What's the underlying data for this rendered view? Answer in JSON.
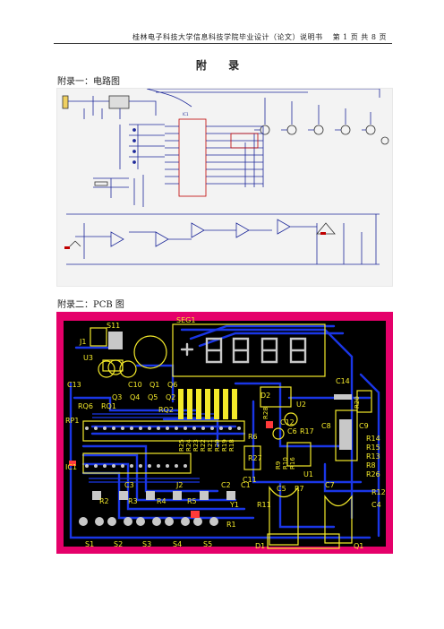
{
  "header": {
    "left": "桂林电子科技大学信息科技学院毕业设计（论文）说明书",
    "right": "第 1 页 共 8 页"
  },
  "title": "附 录",
  "sections": {
    "circuit": "附录一：电路图",
    "pcb": "附录二：PCB 图"
  },
  "schematic": {
    "labels": [
      "IC1"
    ]
  },
  "pcb_labels": {
    "j1": "J1",
    "s11": "S11",
    "u3": "U3",
    "seg": "SEG1",
    "c13": "C13",
    "c10": "C10",
    "q1a": "Q1",
    "q6": "Q6",
    "q3": "Q3",
    "q4": "Q4",
    "q5": "Q5",
    "q2": "Q2",
    "rq6": "RQ6",
    "rq1": "RQ1",
    "rp1": "RP1",
    "rq2": "RQ2",
    "ic1": "IC1",
    "c3": "C3",
    "j2": "J2",
    "c2": "C2",
    "c1": "C1",
    "y1": "Y1",
    "r2": "R2",
    "r3": "R3",
    "r4": "R4",
    "r5": "R5",
    "r1": "R1",
    "s1": "S1",
    "s2": "S2",
    "s3": "S3",
    "s4": "S4",
    "s5": "S5",
    "d2": "D2",
    "r6": "R6",
    "c6": "C6",
    "u2": "U2",
    "c14": "C14",
    "c12": "C12",
    "c8": "C8",
    "c9": "C9",
    "r17": "R17",
    "r27": "R27",
    "r14": "R14",
    "r15": "R15",
    "r13": "R13",
    "r8": "R8",
    "r26": "R26",
    "c11": "C11",
    "c5": "C5",
    "r7": "R7",
    "u1": "U1",
    "c7": "C7",
    "r11": "R11",
    "r12": "R12",
    "c4": "C4",
    "d1": "D1",
    "q1": "Q1",
    "r28": "R28",
    "r20": "R20",
    "r21": "R21",
    "r25": "R25",
    "r24": "R24",
    "r23": "R23",
    "r22": "R22",
    "r19": "R19",
    "r18": "R18",
    "r9": "R9",
    "r10": "R10",
    "r16": "R16"
  },
  "colors": {
    "board": "#e5006a",
    "track": "#1a36e6",
    "silk": "#f4ea2a",
    "pad": "#c8c8c8",
    "schematic_bg": "#f3f3f3"
  }
}
